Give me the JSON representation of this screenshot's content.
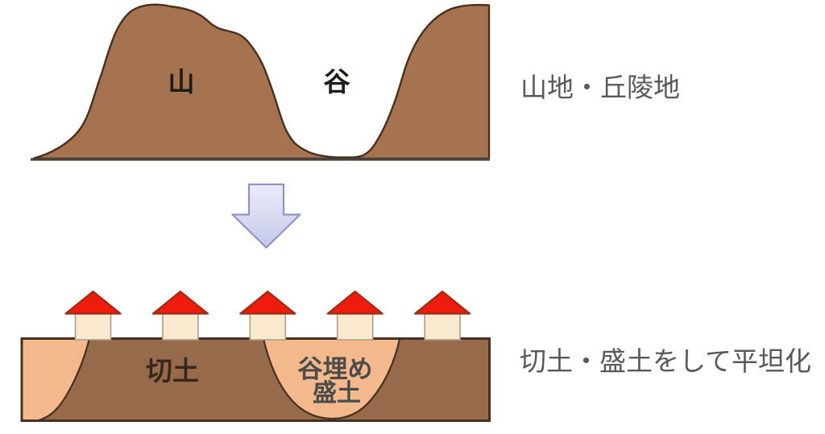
{
  "top_panel": {
    "mountain_label": "山",
    "valley_label": "谷",
    "caption": "山地・丘陵地"
  },
  "bottom_panel": {
    "cut_label": "切土",
    "fill_label_line1": "谷埋め",
    "fill_label_line2": "盛土",
    "caption": "切土・盛土をして平坦化",
    "house_count": 5
  },
  "colors": {
    "mountain_fill": "#a5734f",
    "terrain_fill": "#966a4b",
    "embankment_fill": "#f3b88c",
    "outline": "#47301f",
    "baseline": "#4a4239",
    "house_body_fill": "#f9e9cf",
    "house_body_border": "#a89e89",
    "roof_fill": "#ee1c0d",
    "roof_border": "#9a2d13",
    "arrow_fill_top": "#ebecf9",
    "arrow_fill_bottom": "#c5c8e8",
    "arrow_border": "#9093c6",
    "caption_text": "#595959",
    "mountain_label_text": "#1f1b17",
    "cut_label_text": "#38281c",
    "fill_label_text": "#4b4b4b"
  }
}
